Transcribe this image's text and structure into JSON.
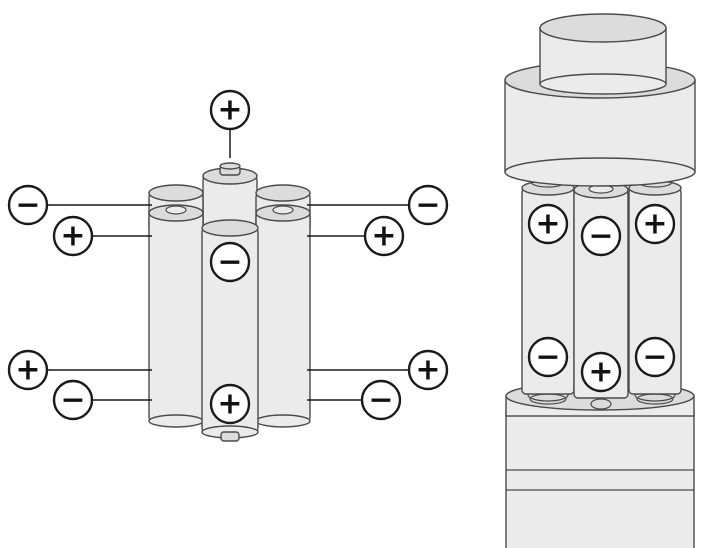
{
  "colors": {
    "body": "#ebebeb",
    "body_shade": "#dcdcdc",
    "outline": "#4a4a4a",
    "badge_fill": "#ffffff",
    "badge_stroke": "#1a1a1a"
  },
  "symbols": {
    "plus": "+",
    "minus": "−"
  },
  "left_diagram": {
    "badges": [
      {
        "id": "top-center",
        "sign": "plus"
      },
      {
        "id": "upper-left-outer",
        "sign": "minus"
      },
      {
        "id": "upper-left-inner",
        "sign": "plus"
      },
      {
        "id": "upper-right-outer",
        "sign": "minus"
      },
      {
        "id": "upper-right-inner",
        "sign": "plus"
      },
      {
        "id": "front-top",
        "sign": "minus"
      },
      {
        "id": "front-bottom",
        "sign": "plus"
      },
      {
        "id": "lower-left-outer",
        "sign": "plus"
      },
      {
        "id": "lower-left-inner",
        "sign": "minus"
      },
      {
        "id": "lower-right-outer",
        "sign": "plus"
      },
      {
        "id": "lower-right-inner",
        "sign": "minus"
      }
    ]
  },
  "right_diagram": {
    "badges": [
      {
        "id": "left-top",
        "sign": "plus"
      },
      {
        "id": "center-top",
        "sign": "minus"
      },
      {
        "id": "right-top",
        "sign": "plus"
      },
      {
        "id": "left-bottom",
        "sign": "minus"
      },
      {
        "id": "center-bottom",
        "sign": "plus"
      },
      {
        "id": "right-bottom",
        "sign": "minus"
      }
    ]
  }
}
